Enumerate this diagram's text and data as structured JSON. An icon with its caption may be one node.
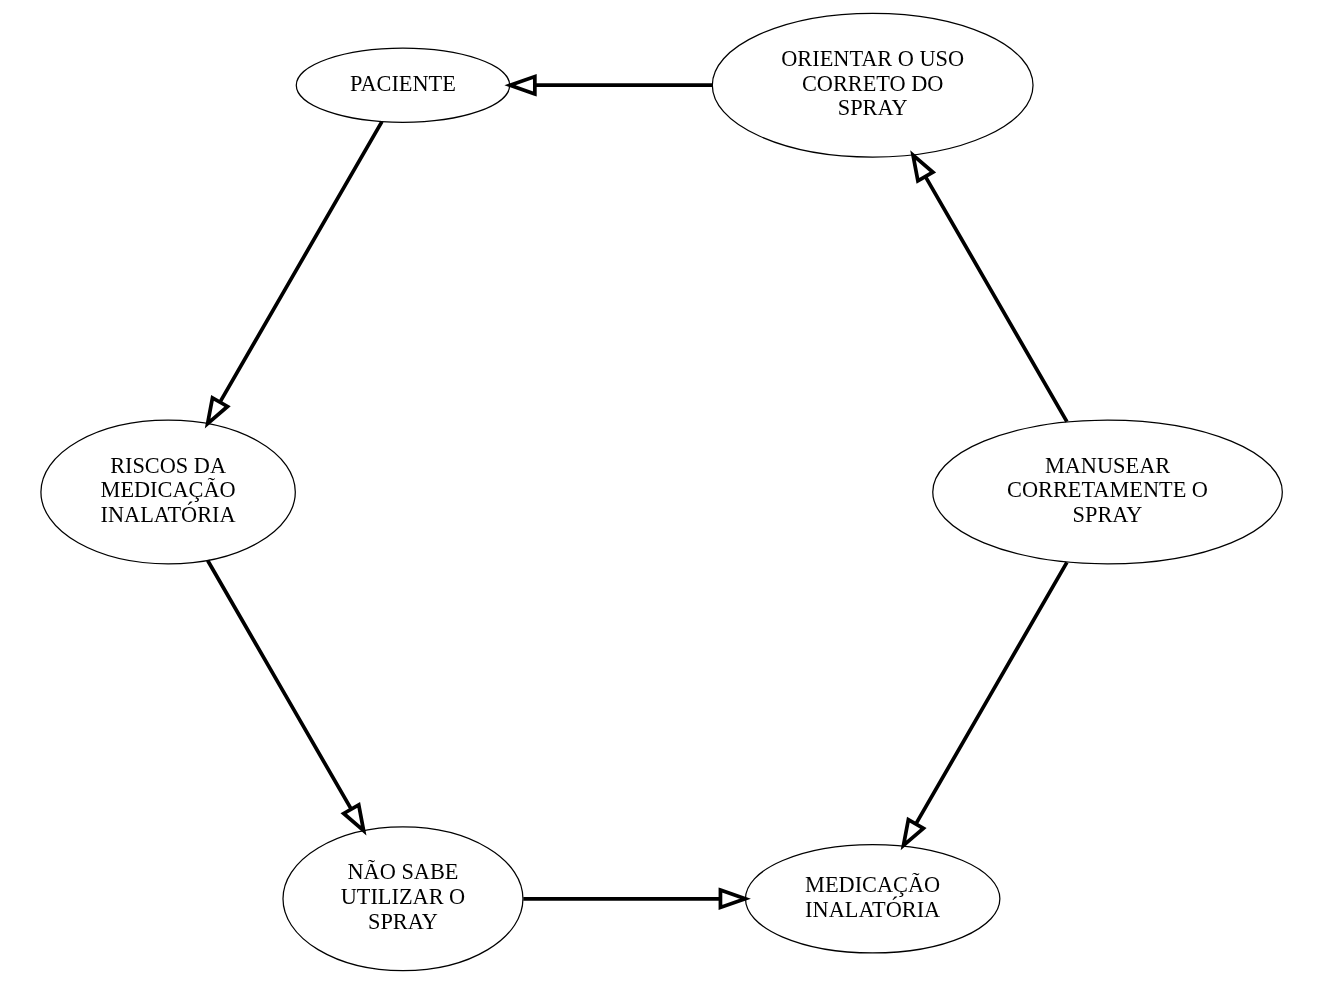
{
  "diagram": {
    "nodes": [
      {
        "text": [
          "MEDICAÇÃO INALATÓRIA"
        ]
      },
      {
        "text": [
          "NÃO SABE UTILIZAR O SPRAY"
        ]
      },
      {
        "text": [
          "MANUSEAR CORRETAMENTE O SPRAY"
        ]
      },
      {
        "text": [
          "RISCOS DA MEDICAÇÃO INALATÓRIA"
        ]
      },
      {
        "text": [
          "ORIENTAR O USO CORRETO DO SPRAY"
        ]
      },
      {
        "text": [
          "PACIENTE"
        ]
      }
    ],
    "edges": [
      {
        "from": 1,
        "to": 0,
        "arrow": "to"
      },
      {
        "from": 2,
        "to": 0,
        "arrow": "to"
      },
      {
        "from": 2,
        "to": 4,
        "arrow": "to"
      },
      {
        "from": 4,
        "to": 5,
        "arrow": "to"
      },
      {
        "from": 5,
        "to": 3,
        "arrow": "to"
      },
      {
        "from": 3,
        "to": 1,
        "arrow": "to"
      }
    ]
  }
}
